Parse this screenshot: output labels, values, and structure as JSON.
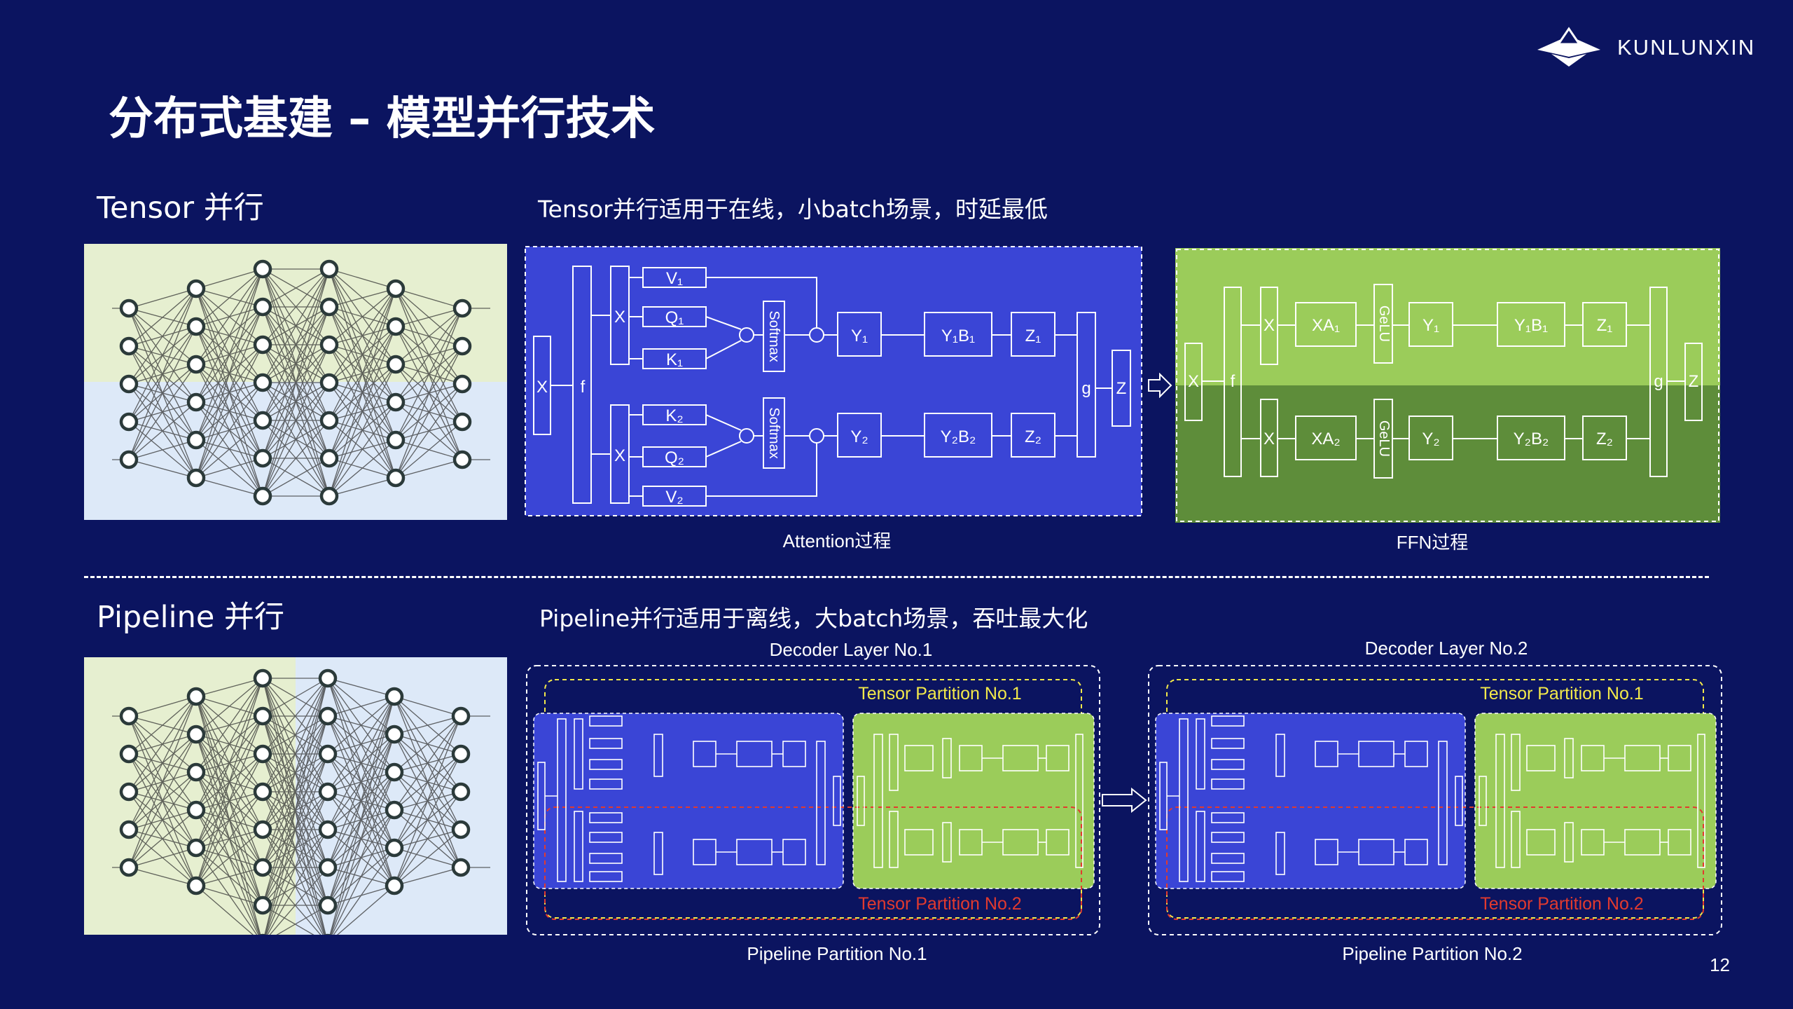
{
  "logo": {
    "text": "KUNLUNXIN"
  },
  "title": "分布式基建 – 模型并行技术",
  "tensor": {
    "heading": "Tensor 并行",
    "caption": "Tensor并行适用于在线，小batch场景，时延最低",
    "attention": {
      "label": "Attention过程",
      "x": "X",
      "f": "f",
      "g": "g",
      "z": "Z",
      "top": {
        "x": "X",
        "v": "V₁",
        "q": "Q₁",
        "k": "K₁",
        "softmax": "Softmax",
        "y": "Y₁",
        "yb": "Y₁B₁",
        "z": "Z₁"
      },
      "bottom": {
        "x": "X",
        "k": "K₂",
        "q": "Q₂",
        "v": "V₂",
        "softmax": "Softmax",
        "y": "Y₂",
        "yb": "Y₂B₂",
        "z": "Z₂"
      }
    },
    "ffn": {
      "label": "FFN过程",
      "x": "X",
      "f": "f",
      "g": "g",
      "z": "Z",
      "top": {
        "x": "X",
        "xa": "XA₁",
        "gelu": "GeLU",
        "y": "Y₁",
        "yb": "Y₁B₁",
        "z": "Z₁"
      },
      "bottom": {
        "x": "X",
        "xa": "XA₂",
        "gelu": "GeLU",
        "y": "Y₂",
        "yb": "Y₂B₂",
        "z": "Z₂"
      }
    }
  },
  "pipeline": {
    "heading": "Pipeline 并行",
    "caption": "Pipeline并行适用于离线，大batch场景，吞吐最大化",
    "decoder1": "Decoder Layer No.1",
    "decoder2": "Decoder Layer No.2",
    "tp1": "Tensor Partition No.1",
    "tp2": "Tensor Partition No.2",
    "pp1": "Pipeline Partition No.1",
    "pp2": "Pipeline Partition No.2"
  },
  "page_number": "12",
  "colors": {
    "background": "#0b1460",
    "attention": "#3a45d6",
    "ffn": "#8cc14a",
    "tensor_yellow": "#f3e94a",
    "tensor_red": "#e23a2e"
  }
}
